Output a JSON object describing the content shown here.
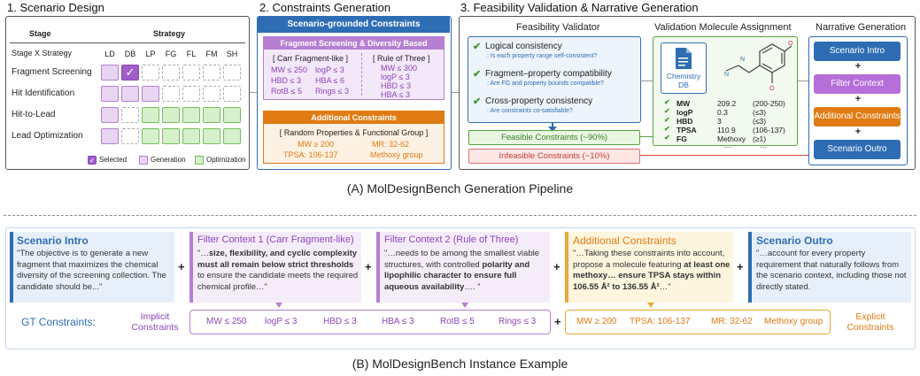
{
  "part_a": {
    "caption": "(A) MolDesignBench Generation Pipeline",
    "scenario_design": {
      "title": "1. Scenario Design",
      "col_stage": "Stage",
      "col_strategy": "Strategy",
      "row_header": "Stage X Strategy",
      "strategies": [
        "LD",
        "DB",
        "LP",
        "FG",
        "FL",
        "FM",
        "SH"
      ],
      "stages": [
        "Fragment Screening",
        "Hit Identification",
        "Hit-to-Lead",
        "Lead Optimization"
      ],
      "cells": [
        [
          "gen",
          "sel",
          "empty",
          "empty",
          "empty",
          "empty",
          "empty"
        ],
        [
          "gen",
          "gen",
          "gen",
          "empty",
          "empty",
          "empty",
          "empty"
        ],
        [
          "gen",
          "empty",
          "opt",
          "opt",
          "opt",
          "opt",
          "opt"
        ],
        [
          "gen",
          "empty",
          "opt",
          "opt",
          "opt",
          "opt",
          "opt"
        ]
      ],
      "selected_glyph": "✓",
      "legend": [
        "Selected",
        "Generation",
        "Optimization"
      ],
      "colors": {
        "selected": "#a05ec8",
        "generation": "#e8d5f2",
        "optimization": "#d7f0cc"
      }
    },
    "constraints_generation": {
      "title": "2. Constraints Generation",
      "header": "Scenario-grounded Constraints",
      "fragment_header": "Fragment Screening & Diversity Based",
      "carr_title": "[ Carr Fragment-like ]",
      "carr_items": [
        "MW ≤ 250",
        "logP ≤ 3",
        "HBD ≤ 3",
        "HBA ≤ 6",
        "RotB ≤ 5",
        "Rings ≤ 3"
      ],
      "ro3_title": "[ Rule of Three ]",
      "ro3_items": [
        "MW ≤ 300",
        "logP ≤ 3",
        "HBD ≤ 3",
        "HBA ≤ 3"
      ],
      "additional_header": "Additional Constraints",
      "additional_title": "[ Random Properties & Functional Group ]",
      "additional_items": [
        "MW ≥ 200",
        "MR: 32-62",
        "TPSA: 106-137",
        "Methoxy group"
      ]
    },
    "feasibility": {
      "title": "3. Feasibility Validation & Narrative Generation",
      "validator_title": "Feasibility Validator",
      "checks": [
        {
          "label": "Logical consistency",
          "question": ": Is each property range self-consistent?"
        },
        {
          "label": "Fragment–property compatibility",
          "question": ": Are FG and property bounds compatible?"
        },
        {
          "label": "Cross-property consistency",
          "question": ": Are constraints co-satisfiable?"
        }
      ],
      "feasible": "Feasible Constraints (~90%)",
      "infeasible": "Infeasible Constraints (~10%)",
      "assignment_title": "Validation Molecule Assignment",
      "db_label": "Chemistry DB",
      "props": [
        {
          "name": "MW",
          "value": "209.2",
          "range": "(200-250)"
        },
        {
          "name": "logP",
          "value": "0.3",
          "range": "(≤3)"
        },
        {
          "name": "HBD",
          "value": "3",
          "range": "(≤3)"
        },
        {
          "name": "TPSA",
          "value": "110.9",
          "range": "(106-137)"
        },
        {
          "name": "FG",
          "value": "Methoxy",
          "range": "(≥1)"
        }
      ],
      "ellipsis": "…",
      "narrative_title": "Narrative Generation",
      "narrative_steps": [
        "Scenario Intro",
        "Filter Context",
        "Additional Constraints",
        "Scenario Outro"
      ],
      "plus": "+"
    }
  },
  "part_b": {
    "caption": "(B) MolDesignBench Instance Example",
    "intro_title": "Scenario Intro",
    "intro_text": "\"The objective is to generate a new fragment that maximizes the chemical diversity of the screening collection. The candidate should be...\"",
    "f1_title": "Filter Context 1 (Carr Fragment-like)",
    "f1_pre": "\"…",
    "f1_bold": "size, flexibility, and cyclic complexity must all remain below strict thresholds",
    "f1_post": " to ensure the candidate meets the required chemical profile…\"",
    "f2_title": "Filter Context 2 (Rule of Three)",
    "f2_pre": "\"…needs to be among the smallest viable structures, with controlled ",
    "f2_bold": "polarity and lipophilic character to ensure full aqueous availability",
    "f2_post": "…. \"",
    "add_title": "Additional Constraints",
    "add_pre": "\"…Taking these constraints into account, propose a molecule featuring ",
    "add_bold": "at least one methoxy… ensure TPSA stays within 106.55 Å² to 136.55 Å²",
    "add_post": "…\"",
    "outro_title": "Scenario Outro",
    "outro_text": "\"…account for every property requirement that naturally follows from the scenario context, including those not directly stated.",
    "gt_label": "GT Constraints:",
    "implicit_label": "Implicit Constraints",
    "explicit_label": "Explicit Constraints",
    "implicit_items": [
      "MW ≤ 250",
      "logP ≤ 3",
      "HBD ≤ 3",
      "HBA ≤ 3",
      "RotB ≤ 5",
      "Rings ≤ 3"
    ],
    "explicit_items": [
      "MW ≥ 200",
      "TPSA: 106-137",
      "MR: 32-62",
      "Methoxy group"
    ],
    "plus": "+"
  }
}
